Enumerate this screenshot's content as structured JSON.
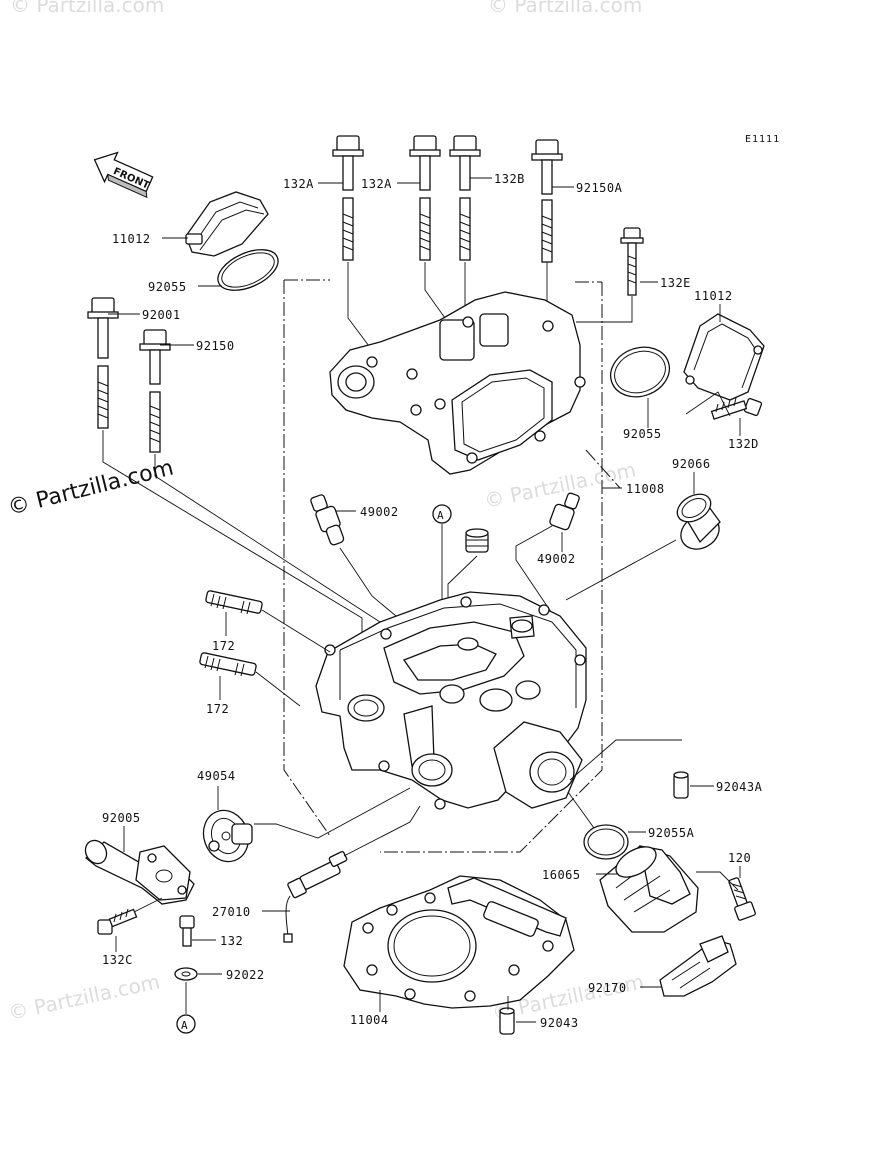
{
  "diagram": {
    "code": "E1111",
    "front_label": "FRONT",
    "watermark_main": "© Partzilla.com",
    "watermark_faint": "© Partzilla.com",
    "circle_ref": "A",
    "labels": {
      "p132A_1": "132A",
      "p132A_2": "132A",
      "p132B": "132B",
      "p92150A": "92150A",
      "p11012_top": "11012",
      "p92055_top": "92055",
      "p92001": "92001",
      "p92150": "92150",
      "p132E": "132E",
      "p11012_right": "11012",
      "p92055_right": "92055",
      "p132D": "132D",
      "p92066": "92066",
      "p11008": "11008",
      "p49002_left": "49002",
      "p49002_right": "49002",
      "p172_a": "172",
      "p172_b": "172",
      "p49054": "49054",
      "p92043A": "92043A",
      "p92005": "92005",
      "p92055A": "92055A",
      "p120": "120",
      "p16065": "16065",
      "p27010": "27010",
      "p132": "132",
      "p132C": "132C",
      "p92022": "92022",
      "p92170": "92170",
      "p11004": "11004",
      "p92043": "92043"
    }
  }
}
